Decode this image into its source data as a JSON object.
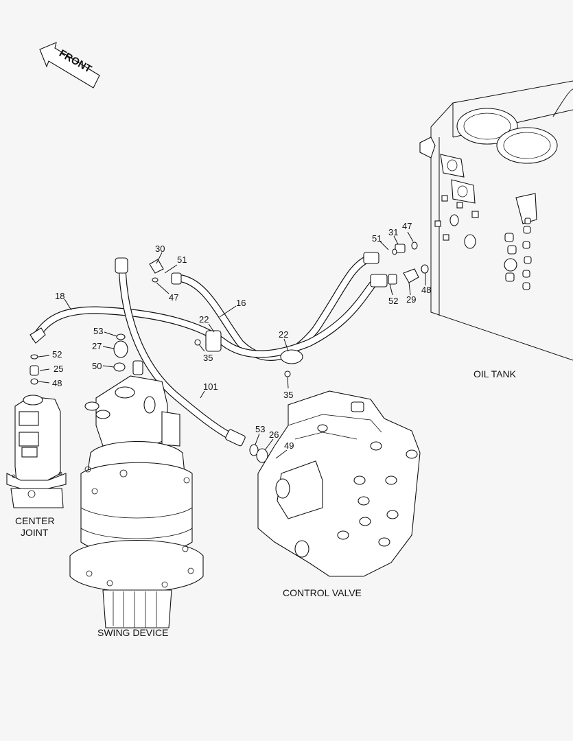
{
  "direction_indicator": {
    "label": "FRONT"
  },
  "assemblies": {
    "oil_tank": "OIL TANK",
    "center_joint_line1": "CENTER",
    "center_joint_line2": "JOINT",
    "swing_device": "SWING DEVICE",
    "control_valve": "CONTROL VALVE"
  },
  "callouts": {
    "c30": "30",
    "c51a": "51",
    "c47a": "47",
    "c16": "16",
    "c18": "18",
    "c53a": "53",
    "c27": "27",
    "c50": "50",
    "c52a": "52",
    "c25": "25",
    "c48a": "48",
    "c22a": "22",
    "c35a": "35",
    "c22b": "22",
    "c35b": "35",
    "c101": "101",
    "c53b": "53",
    "c26": "26",
    "c49": "49",
    "c51b": "51",
    "c31": "31",
    "c47b": "47",
    "c52b": "52",
    "c29": "29",
    "c48b": "48"
  }
}
